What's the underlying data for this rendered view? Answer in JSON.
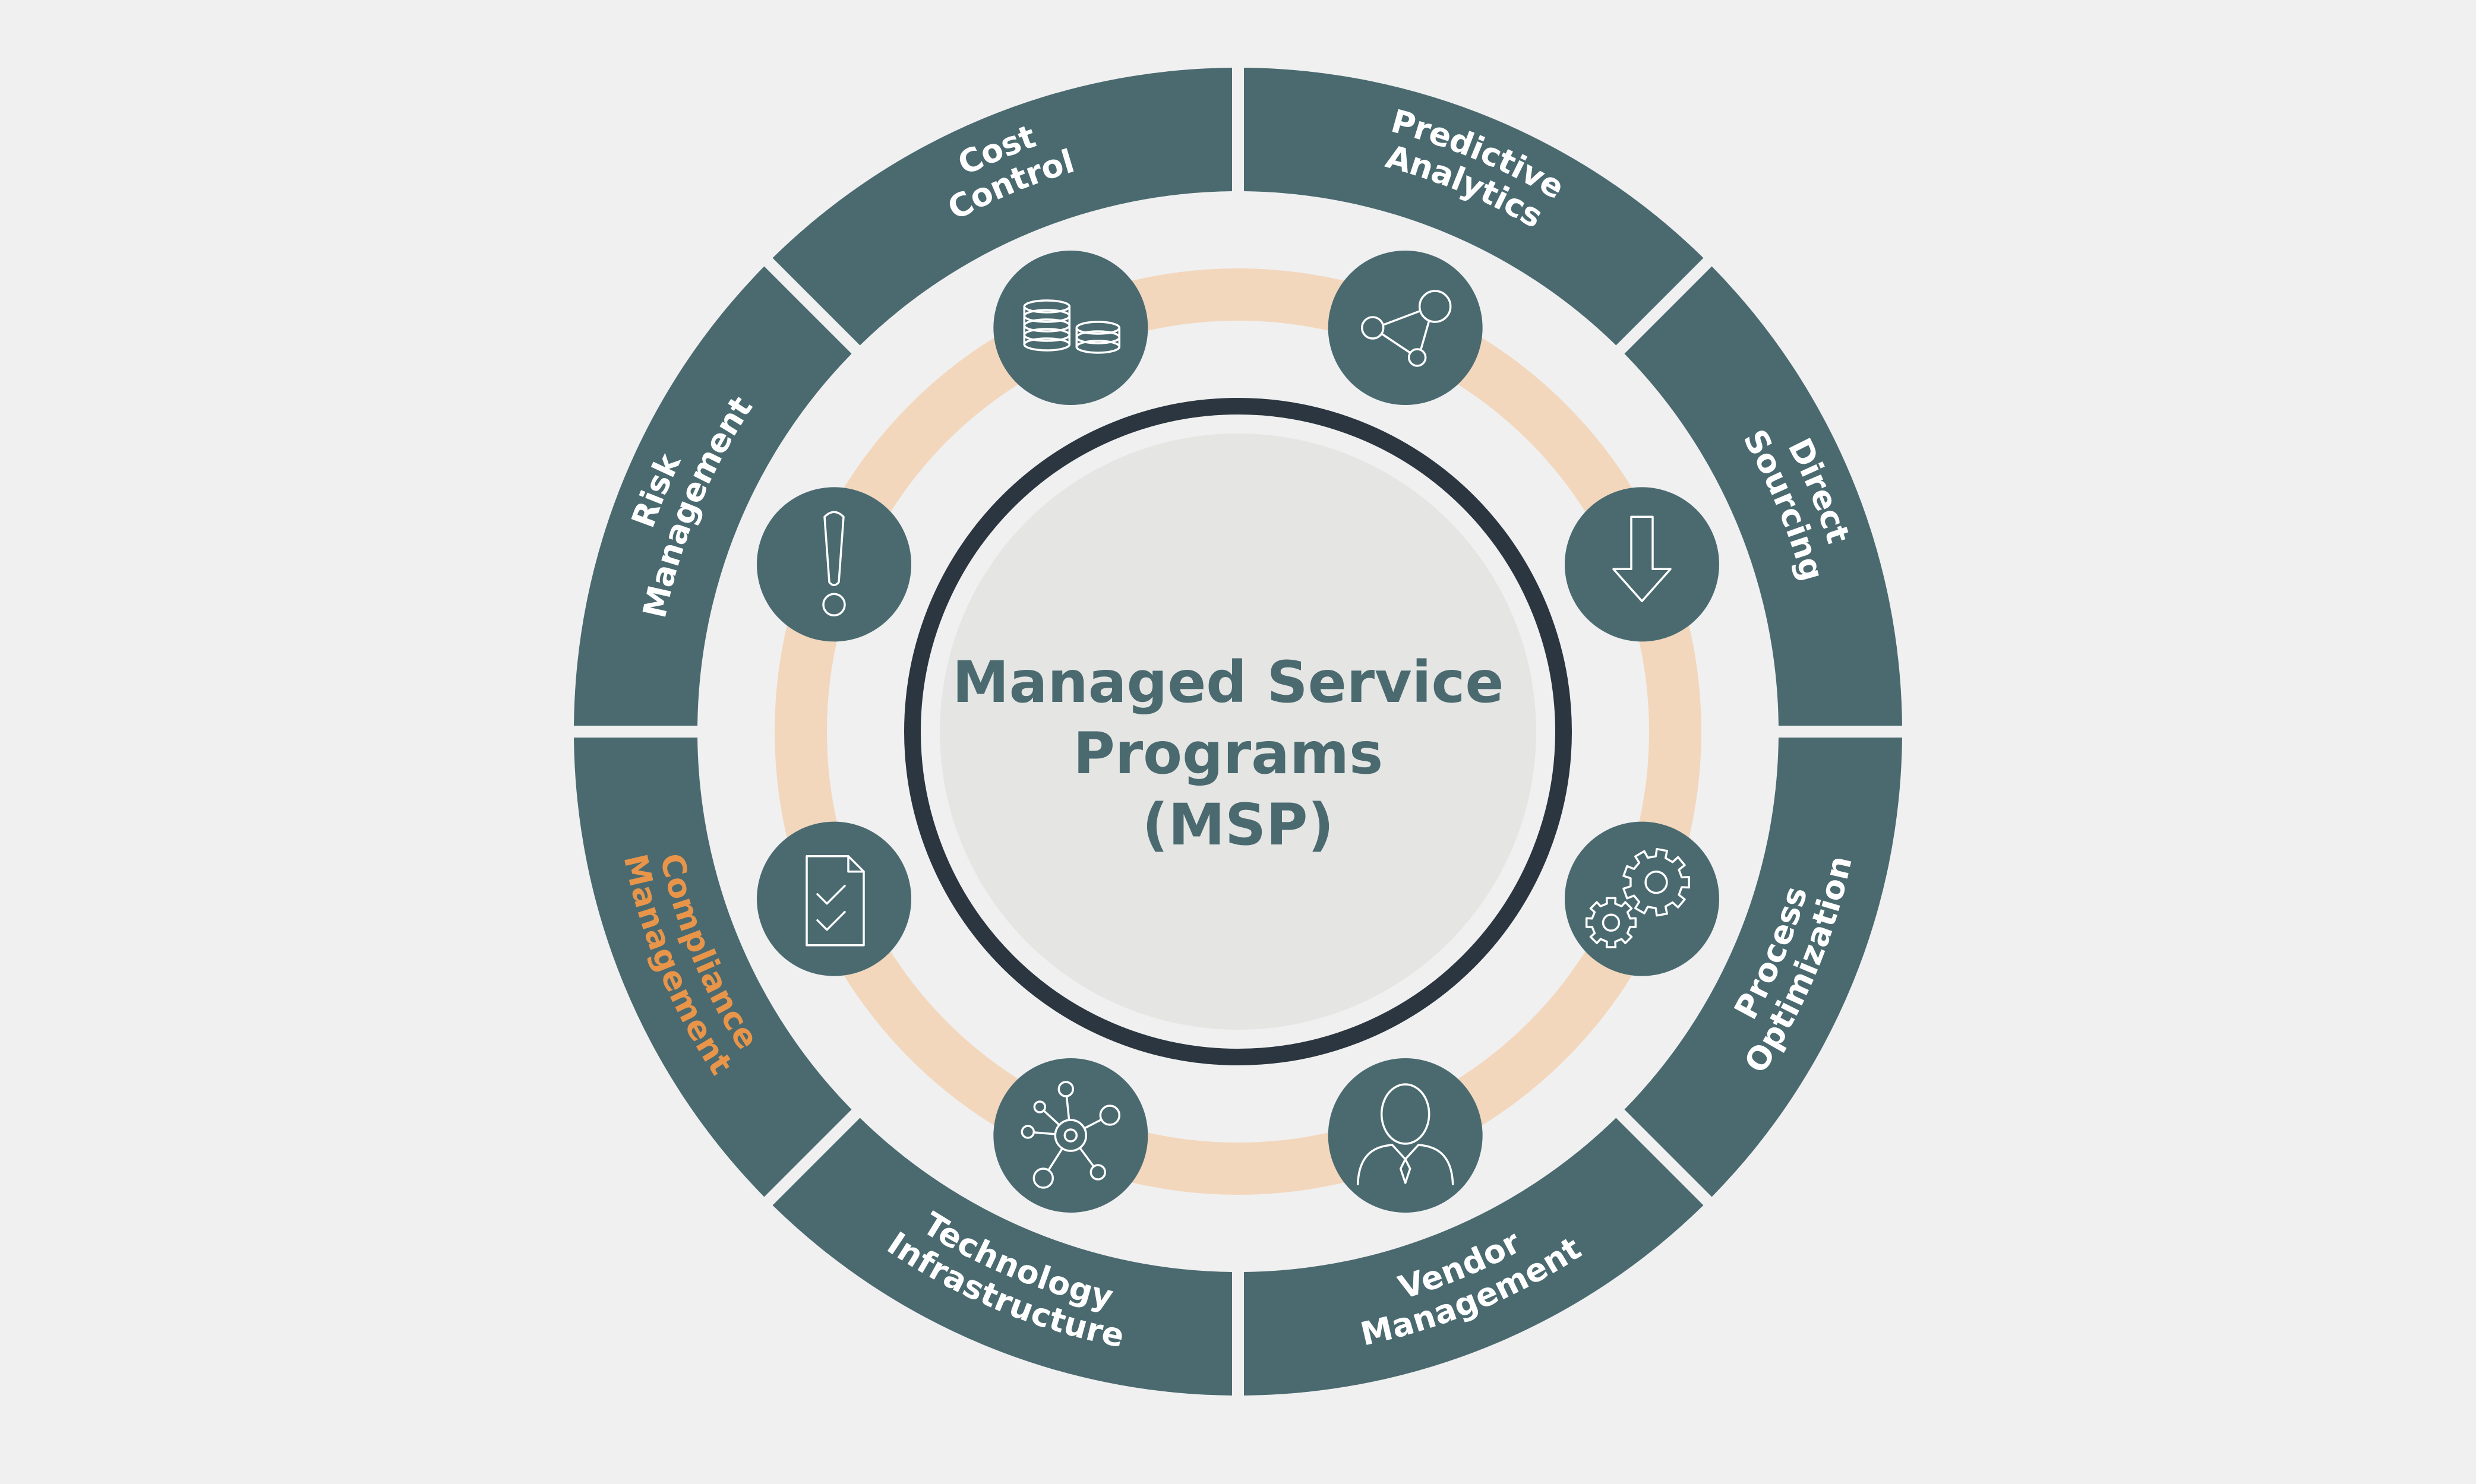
{
  "center": {
    "lines": [
      "Managed Service",
      "Programs",
      "(MSP)"
    ]
  },
  "segments": [
    {
      "id": "predictive-analytics",
      "lines": [
        "Predictive",
        "Analytics"
      ],
      "icon": "network-nodes-icon"
    },
    {
      "id": "direct-sourcing",
      "lines": [
        "Direct",
        "Sourcing"
      ],
      "icon": "down-arrow-icon"
    },
    {
      "id": "process-optimization",
      "lines": [
        "Process",
        "Optimization"
      ],
      "icon": "gears-icon"
    },
    {
      "id": "vendor-management",
      "lines": [
        "Vendor",
        "Management"
      ],
      "icon": "person-tie-icon"
    },
    {
      "id": "technology-infrastructure",
      "lines": [
        "Technology",
        "Infrastructure"
      ],
      "icon": "hub-network-icon"
    },
    {
      "id": "compliance-management",
      "lines": [
        "Compliance",
        "Management"
      ],
      "icon": "checklist-document-icon",
      "highlight": true
    },
    {
      "id": "risk-management",
      "lines": [
        "Risk",
        "Management"
      ],
      "icon": "exclamation-icon"
    },
    {
      "id": "cost-control",
      "lines": [
        "Cost",
        "Control"
      ],
      "icon": "coin-stacks-icon"
    }
  ],
  "colors": {
    "background": "#f0f0f0",
    "segment": "#4a6a70",
    "segment_text": "#ffffff",
    "highlight_text": "#e8954a",
    "ring": "#f2d7bd",
    "center_border": "#2b3640",
    "center_fill": "#e5e5e3",
    "center_text": "#4a6a70"
  }
}
